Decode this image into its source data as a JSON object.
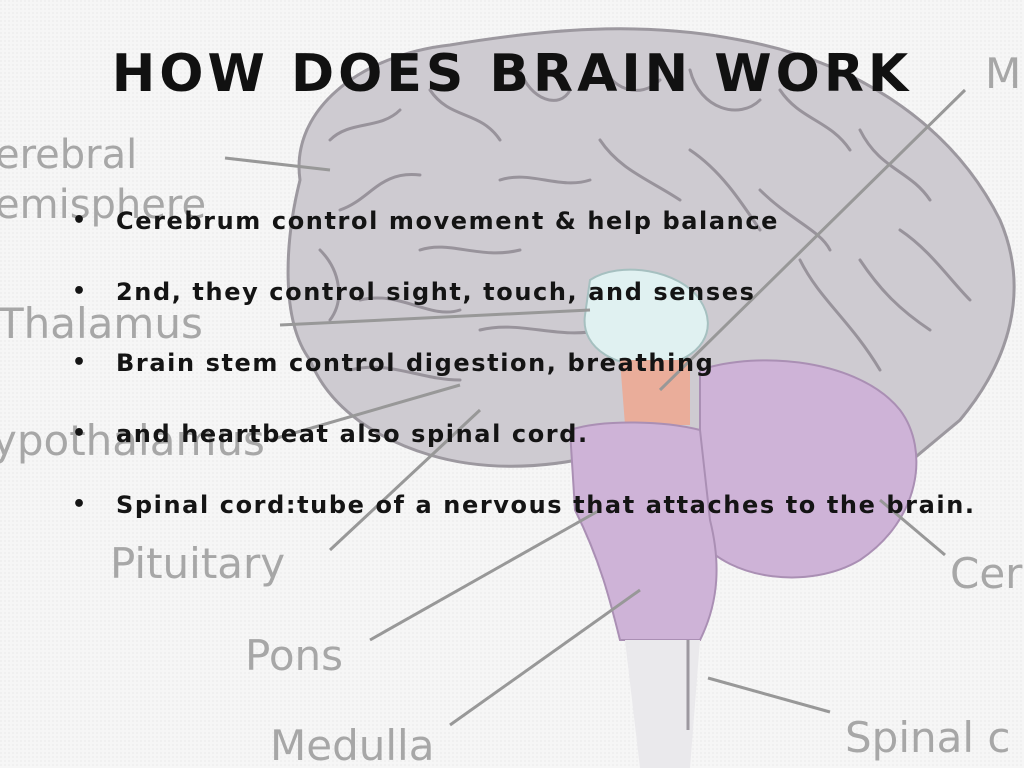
{
  "slide": {
    "title": "HOW DOES BRAIN WORK",
    "bullets": [
      "Cerebrum control movement & help balance",
      "2nd, they control sight, touch, and senses",
      "Brain stem control digestion, breathing",
      "and heartbeat also spinal cord.",
      "Spinal cord:tube of a nervous that attaches to the brain."
    ]
  },
  "background_diagram": {
    "labels": {
      "cerebral": "erebral",
      "hemisphere": "emisphere",
      "thalamus": "Thalamus",
      "hypothalamus": "ypothalamus",
      "pituitary": "Pituitary",
      "pons": "Pons",
      "medulla": "Medulla",
      "spinal_cord": "Spinal c",
      "cerebellum": "Cer",
      "midbrain": "M"
    },
    "colors": {
      "cerebrum": "#c8c4cb",
      "thalamus": "#dcf0f0",
      "midbrain": "#e8a28c",
      "brainstem": "#c8a9d2",
      "label": "#9b9b9b"
    }
  }
}
